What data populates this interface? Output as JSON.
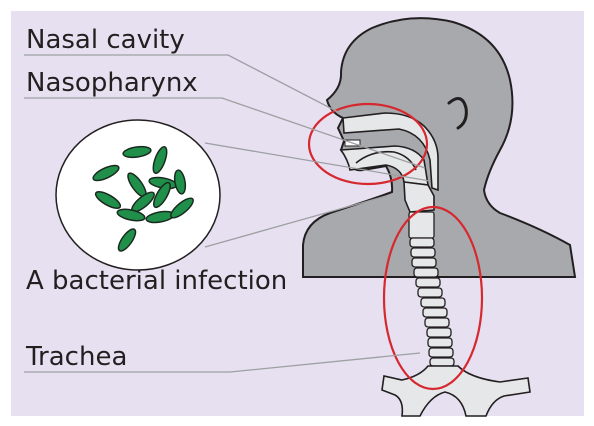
{
  "labels": {
    "nasal_cavity": "Nasal cavity",
    "nasopharynx": "Nasopharynx",
    "bacterial_infection": "A bacterial infection",
    "trachea": "Trachea"
  },
  "colors": {
    "background_panel": "#e6e0f0",
    "head_fill": "#a7a9ac",
    "airway_fill": "#e6e7e8",
    "outline": "#231f20",
    "highlight_circle": "#d7282f",
    "bacteria_fill": "#1f8f4a",
    "magnifier_fill": "#ffffff",
    "leader_line": "#9d9fa2"
  }
}
